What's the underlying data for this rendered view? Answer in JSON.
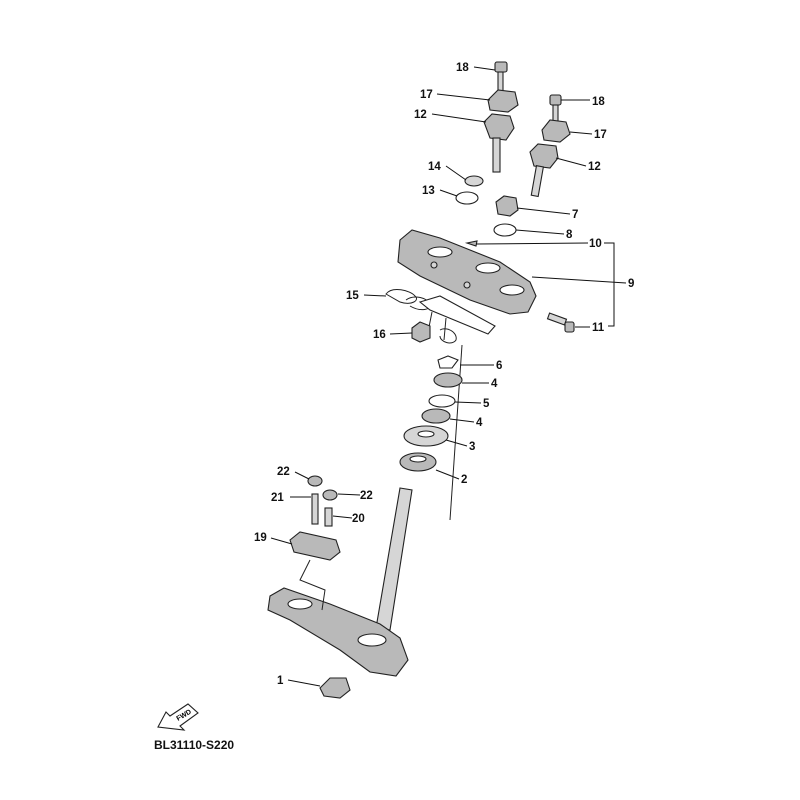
{
  "diagram": {
    "code": "BL31110-S220",
    "fwd_label": "FWD",
    "callouts": {
      "c18a": "18",
      "c17a": "17",
      "c12a": "12",
      "c14": "14",
      "c13": "13",
      "c18b": "18",
      "c17b": "17",
      "c12b": "12",
      "c7": "7",
      "c8": "8",
      "c10": "10",
      "c9": "9",
      "c11": "11",
      "c15": "15",
      "c16": "16",
      "c6": "6",
      "c4a": "4",
      "c5": "5",
      "c4b": "4",
      "c3": "3",
      "c2": "2",
      "c22a": "22",
      "c22b": "22",
      "c21": "21",
      "c20": "20",
      "c19": "19",
      "c1": "1"
    }
  }
}
